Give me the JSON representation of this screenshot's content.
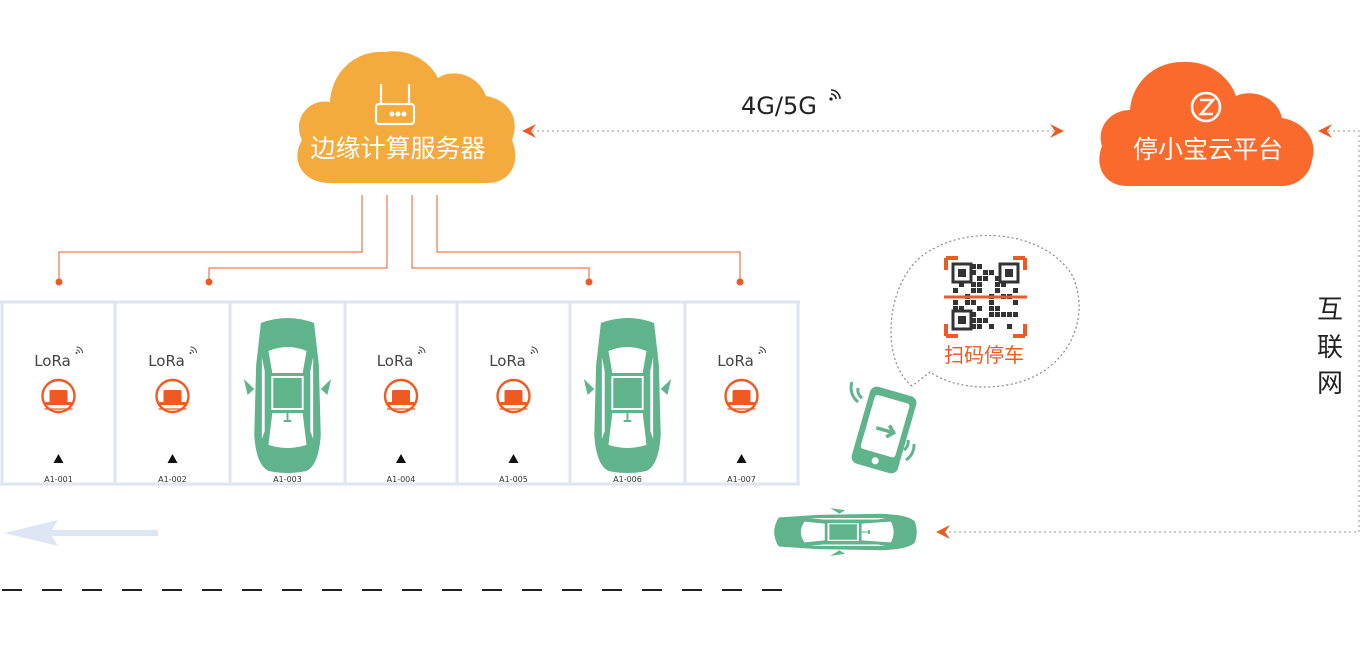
{
  "edge_server": {
    "label": "边缘计算服务器",
    "icon": "router-icon",
    "color": "#F4AA3C"
  },
  "platform": {
    "label": "停小宝云平台",
    "icon": "logo-icon",
    "color": "#FA6A2D"
  },
  "link_label": "4G/5G",
  "internet_label": "互联网",
  "scan_label": "扫码停车",
  "accent": "#EE5A24",
  "car_color": "#5FB48C",
  "slots": [
    {
      "id": "A1-001",
      "occupied": false,
      "lora": "LoRa"
    },
    {
      "id": "A1-002",
      "occupied": false,
      "lora": "LoRa"
    },
    {
      "id": "A1-003",
      "occupied": true
    },
    {
      "id": "A1-004",
      "occupied": false,
      "lora": "LoRa"
    },
    {
      "id": "A1-005",
      "occupied": false,
      "lora": "LoRa"
    },
    {
      "id": "A1-006",
      "occupied": true
    },
    {
      "id": "A1-007",
      "occupied": false,
      "lora": "LoRa"
    }
  ]
}
